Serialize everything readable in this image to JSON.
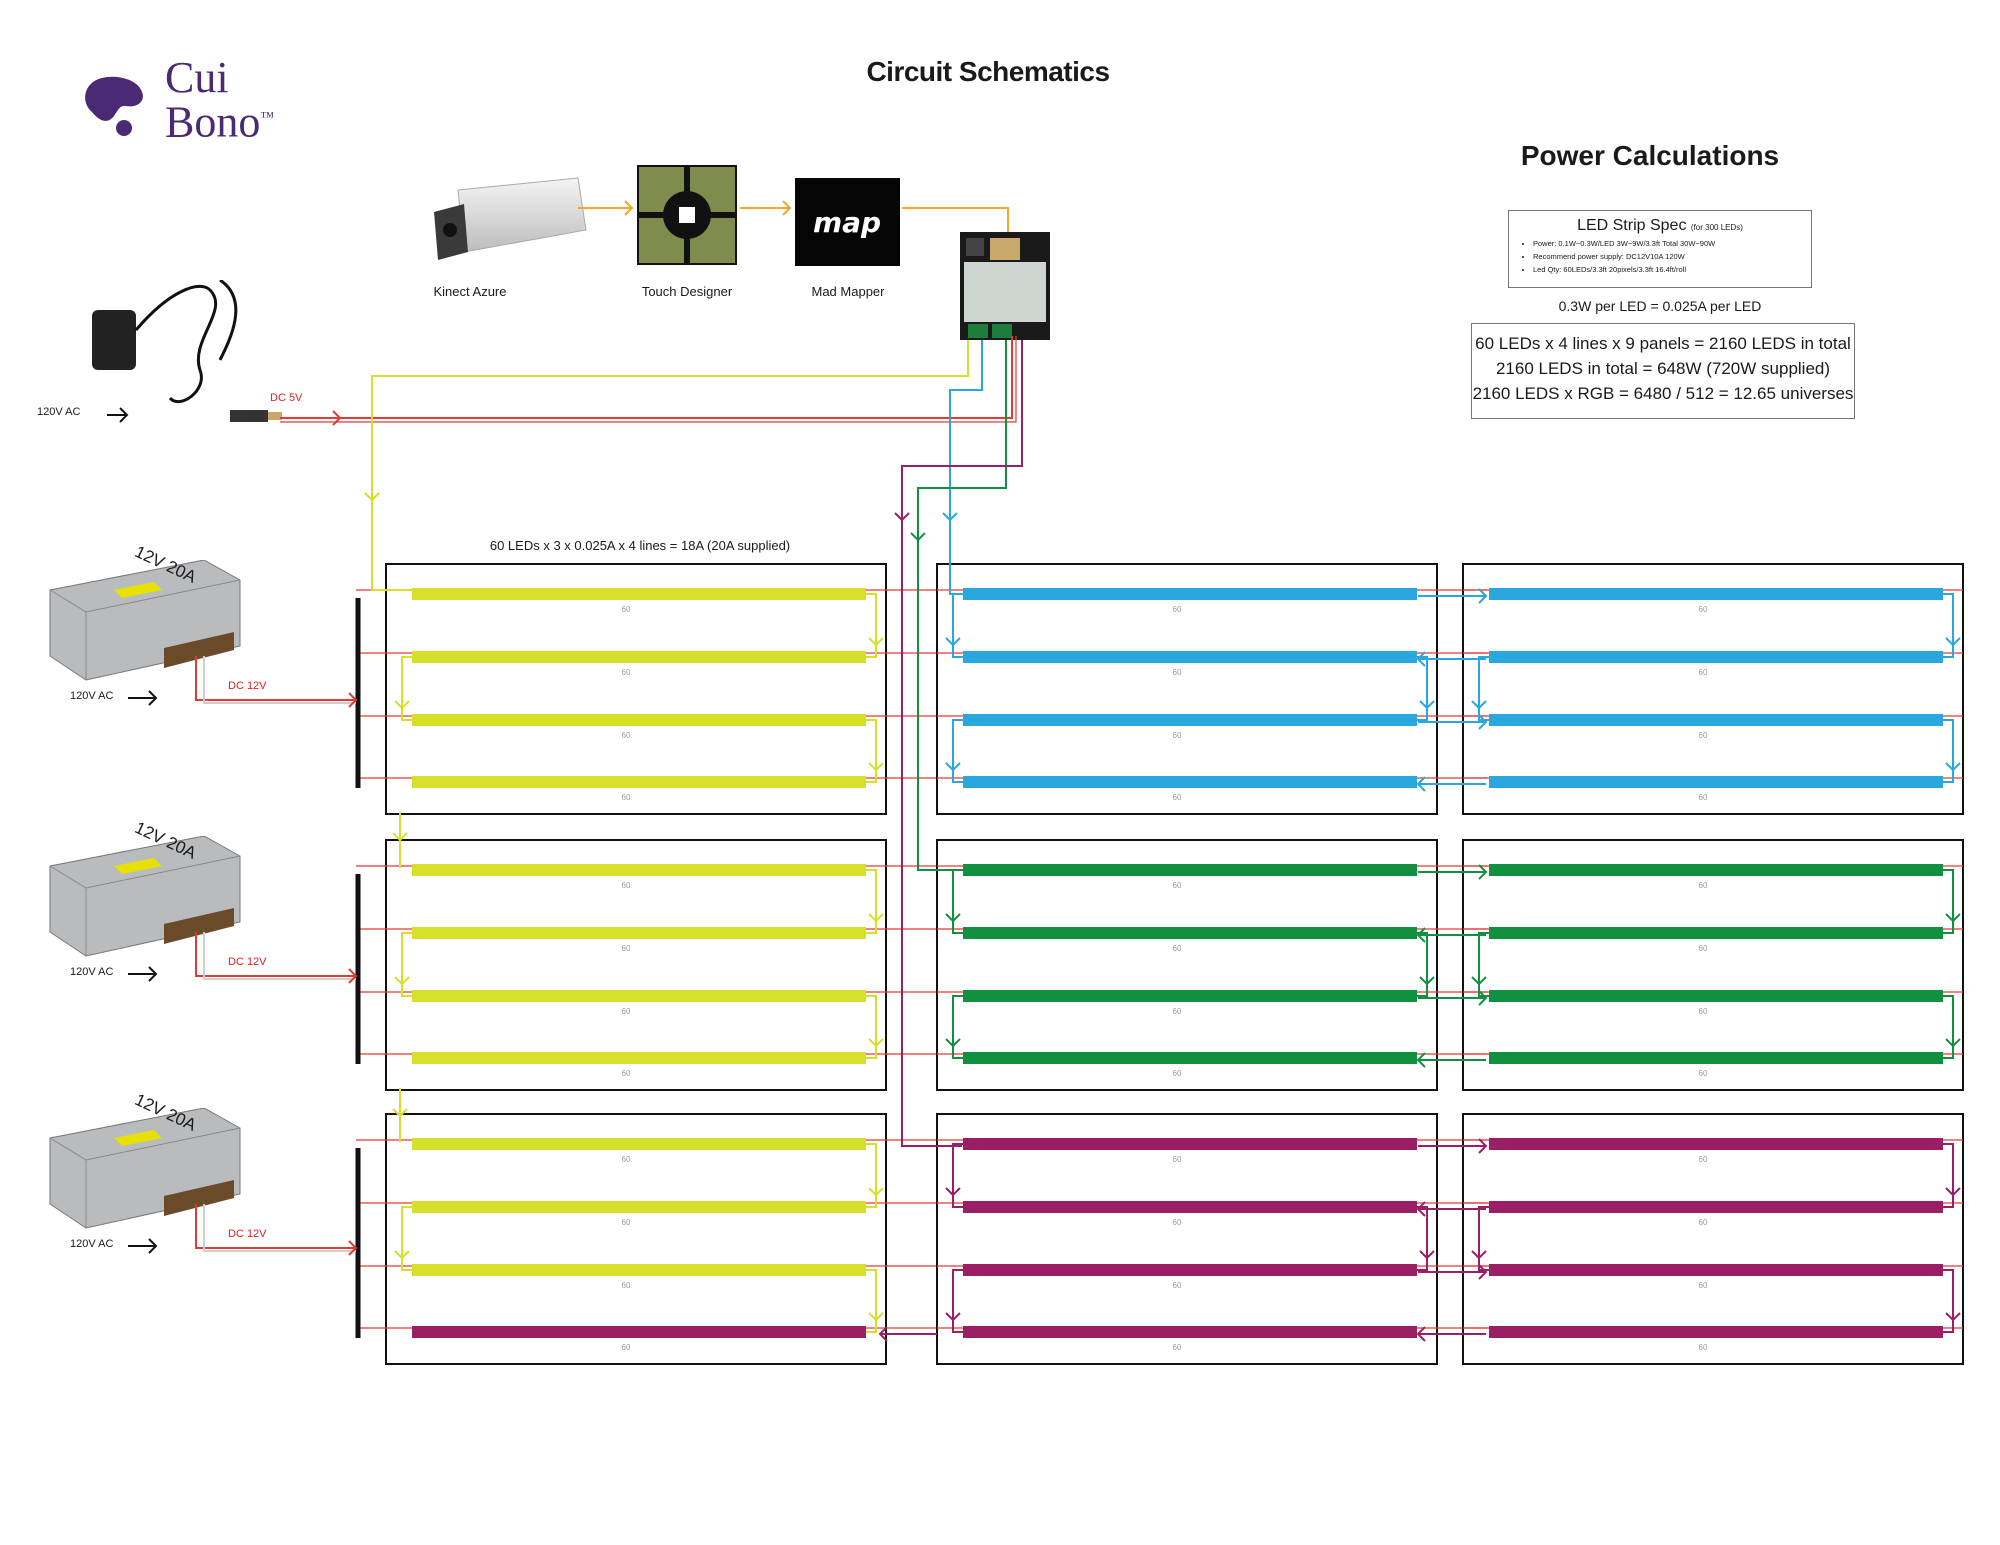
{
  "brand": {
    "line1": "Cui",
    "line2": "Bono",
    "tm": "™"
  },
  "title": "Circuit Schematics",
  "power": {
    "title": "Power Calculations",
    "spec": {
      "heading": "LED Strip Spec",
      "heading_note": "(for 300 LEDs)",
      "bullets": [
        "Power: 0.1W~0.3W/LED 3W~9W/3.3ft Total 30W~90W",
        "Recommend power supply: DC12V10A 120W",
        "Led Qty: 60LEDs/3.3ft 20pixels/3.3ft 16.4ft/roll"
      ]
    },
    "per_led": "0.3W per LED = 0.025A per LED",
    "calc_lines": [
      "60 LEDs x 4 lines x 9 panels = 2160 LEDS in total",
      "2160 LEDS in total = 648W (720W supplied)",
      "2160 LEDS x RGB = 6480 / 512 = 12.65 universes"
    ]
  },
  "devices": {
    "kinect": "Kinect Azure",
    "touch": "Touch Designer",
    "mad": "Mad Mapper",
    "mad_logo": "map"
  },
  "psu": {
    "label": "12V 20A",
    "ac": "120V AC",
    "dc12": "DC 12V"
  },
  "adapter": {
    "ac": "120V AC",
    "dc5": "DC 5V"
  },
  "panel_note": "60 LEDs x 3 x 0.025A x 4 lines = 18A (20A supplied)",
  "strip_count": "60",
  "colors": {
    "yellow": "#d6e02b",
    "blue": "#2aa7df",
    "green": "#11913f",
    "purple": "#9b1f64",
    "red": "#e02020",
    "orange": "#f5a623",
    "brand": "#4a2a73"
  }
}
